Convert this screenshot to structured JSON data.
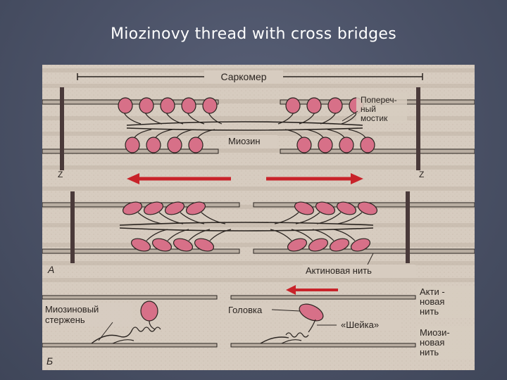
{
  "slide": {
    "title": "Miozinovy thread with cross bridges"
  },
  "figure": {
    "top": {
      "sarcomere": "Саркомер",
      "crossbridge_line1": "Попереч-",
      "crossbridge_line2": "ный",
      "crossbridge_line3": "мостик",
      "myosin": "Миозин",
      "z_left": "Z",
      "z_right": "Z",
      "panel_label": "А",
      "actin_filament": "Актиновая нить"
    },
    "bottom": {
      "myosin_rod_line1": "Миозиновый",
      "myosin_rod_line2": "стержень",
      "head": "Головка",
      "neck": "«Шейка»",
      "actin_line1": "Акти -",
      "actin_line2": "новая",
      "actin_line3": "нить",
      "myosin_line1": "Миози-",
      "myosin_line2": "новая",
      "myosin_line3": "нить",
      "panel_label": "Б"
    },
    "colors": {
      "page": "#d7ccc0",
      "head_fill": "#d77088",
      "arrow": "#c8232a",
      "ink": "#2a2420"
    }
  }
}
